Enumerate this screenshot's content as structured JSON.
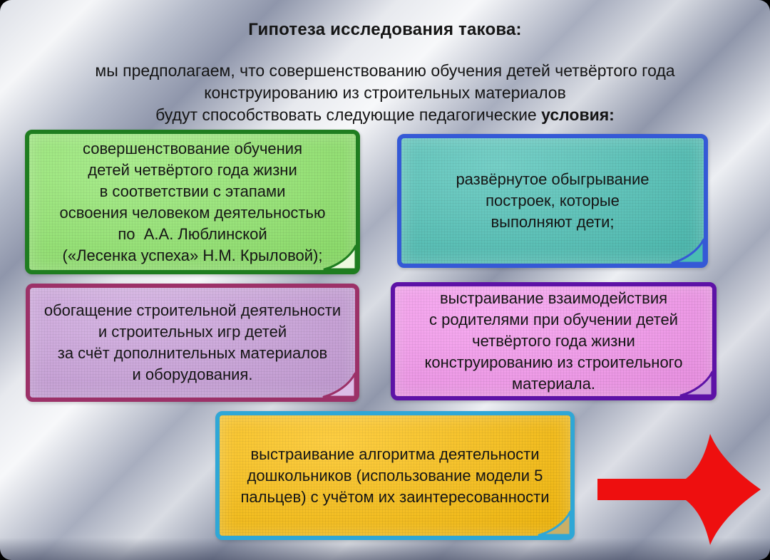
{
  "slide": {
    "title": "Гипотеза исследования такова:",
    "intro": [
      "мы предполагаем, что совершенствованию обучения детей четвёртого года",
      "конструированию  из строительных материалов"
    ],
    "intro_tail": "будут способствовать следующие педагогические ",
    "intro_bold": "условия:"
  },
  "cards": {
    "green": {
      "text": "совершенствование обучения\nдетей четвёртого года жизни\nв соответствии с этапами\nосвоения человеком деятельностью\nпо  А.А. Люблинской\n(«Лесенка успеха» Н.М. Крыловой);",
      "fill": "#93e96f",
      "border": "#1f7d20",
      "fold": "#edfadf"
    },
    "teal": {
      "text": "развёрнутое обыгрывание\nпостроек, которые\nвыполняют дети;",
      "fill": "#4fc3b8",
      "border": "#3559d6",
      "fold": "#49bdb2"
    },
    "purple": {
      "text": "обогащение строительной деятельности\nи строительных игр детей\nза счёт дополнительных материалов\nи оборудования.",
      "fill": "#cda3de",
      "border": "#9c3168",
      "fold": "#dcbce7"
    },
    "magenta": {
      "text": "выстраивание взаимодействия\nс родителями при обучении детей\nчетвёртого года жизни\nконструированию из строительного\nматериала.",
      "fill": "#f898f0",
      "border": "#5d12a6",
      "fold": "#c9a3da"
    },
    "orange": {
      "text": "выстраивание алгоритма деятельности\nдошкольников (использование модели 5\nпальцев) с учётом их заинтересованности",
      "fill": "#fec10d",
      "border": "#2fa7d6",
      "fold": "#c9af66"
    }
  },
  "arrow": {
    "color": "#ee0f0f"
  },
  "background": {
    "light": "#f5f6f8",
    "dark": "#8f96ab"
  }
}
